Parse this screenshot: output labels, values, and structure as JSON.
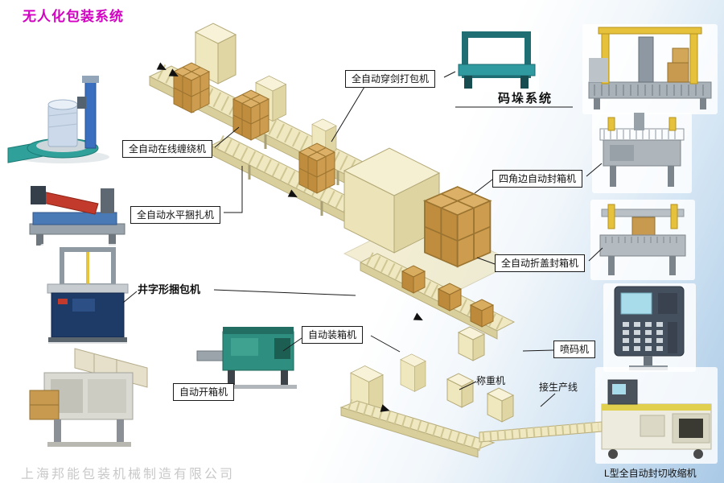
{
  "page": {
    "title": "无人化包装系统",
    "watermark": "上海邦能包装机械制造有限公司"
  },
  "labels": {
    "strapping_sword": "全自动穿剑打包机",
    "palletizing_system": "码垛系统",
    "online_wrapping": "全自动在线缠绕机",
    "four_corner_sealer": "四角边自动封箱机",
    "horizontal_strapping": "全自动水平捆扎机",
    "flap_fold_sealer": "全自动折盖封箱机",
    "cross_strapping": "井字形捆包机",
    "case_packer": "自动装箱机",
    "inkjet_coder": "喷码机",
    "case_erector": "自动开箱机",
    "weighing_machine": "称重机",
    "production_line": "接生产线",
    "l_shrink_wrapper": "L型全自动封切收缩机"
  },
  "colors": {
    "title_magenta": "#d400c4",
    "line_body_pale": "#efe8c0",
    "carton_brown": "#c79a50",
    "accent_teal": "#2f9ba1",
    "accent_yellow": "#e6c23c",
    "background_blue": "#a9c9e6",
    "watermark_gray": "#c9c9c9"
  }
}
